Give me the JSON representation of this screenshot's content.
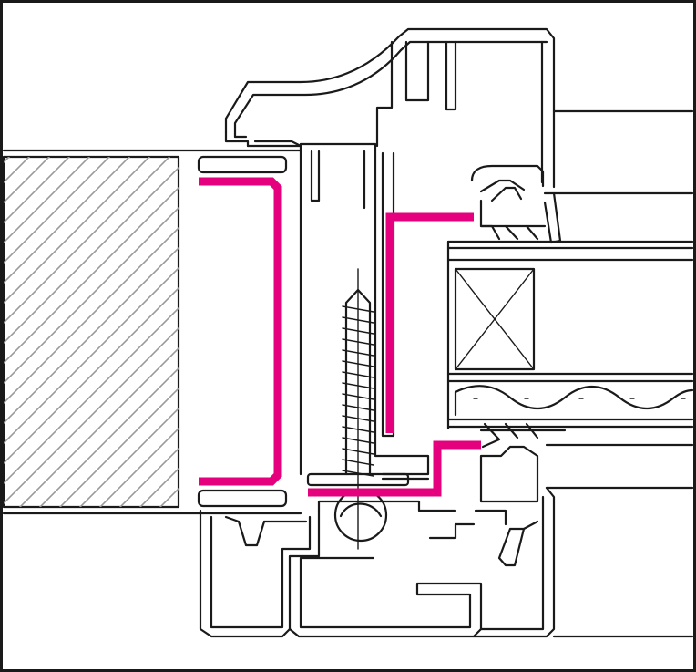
{
  "diagram": {
    "labels": [],
    "colors": {
      "outline": "#1a1a1a",
      "sealant": "#e5007e",
      "hatch": "#9a9a9a",
      "background": "#ffffff"
    },
    "components": [
      "wall-section",
      "pvc-window-frame",
      "window-sash",
      "insulated-glass-unit",
      "fastening-screw",
      "sealant-tape"
    ]
  }
}
